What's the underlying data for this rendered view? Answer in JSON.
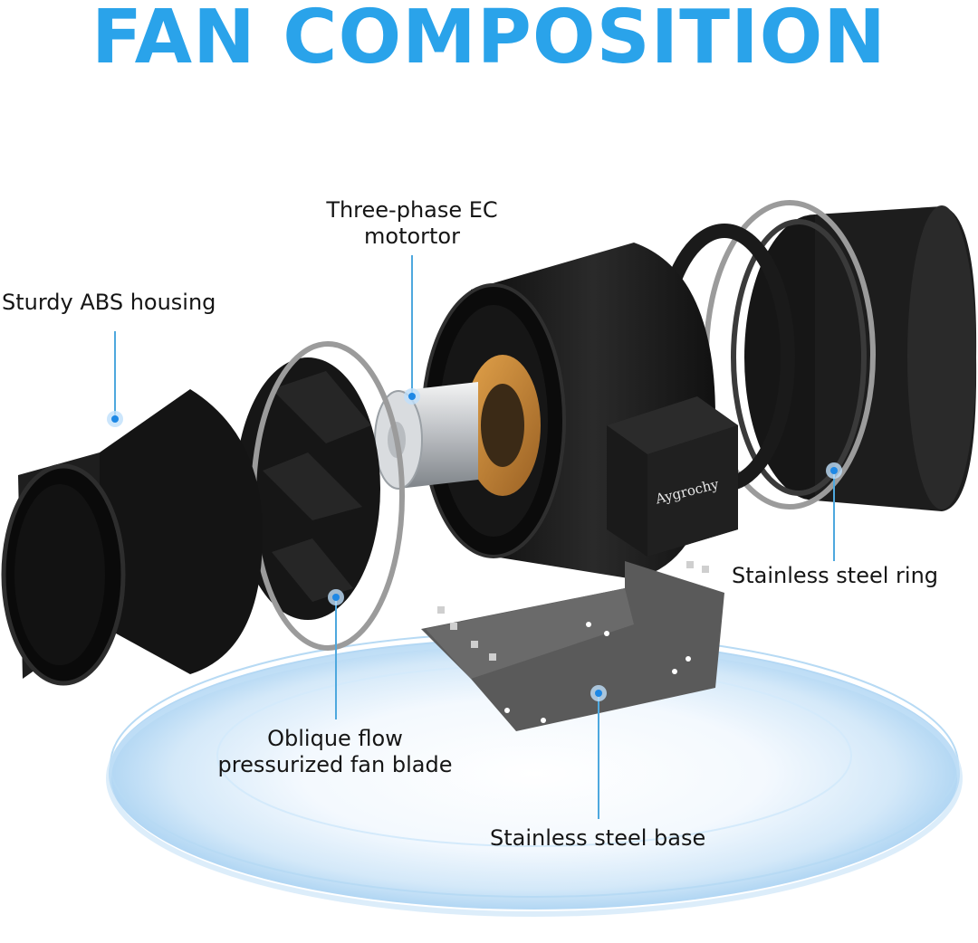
{
  "title": "FAN COMPOSITION",
  "brand_mark": "Aygrochy",
  "callouts": {
    "motor": {
      "line1": "Three-phase EC",
      "line2": "motortor"
    },
    "housing": {
      "text": "Sturdy ABS housing"
    },
    "ring": {
      "text": "Stainless steel ring"
    },
    "blade": {
      "line1": "Oblique flow",
      "line2": "pressurized fan blade"
    },
    "base": {
      "text": "Stainless steel base"
    }
  },
  "colors": {
    "title": "#2aa3ea",
    "callout_line": "#4ea8de",
    "callout_dot": "#1e88e5",
    "fan_body": "#1b1b1b",
    "stand": "#5a5a5a",
    "platform": "#cfe6f8"
  }
}
